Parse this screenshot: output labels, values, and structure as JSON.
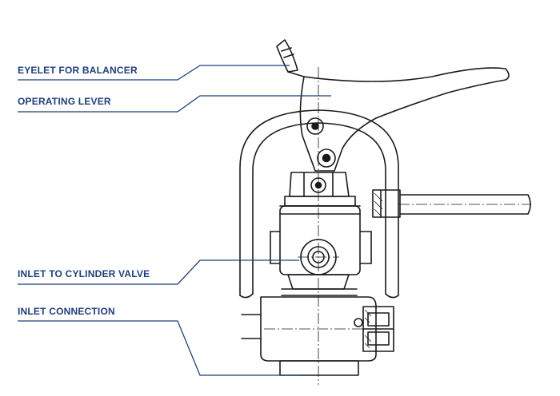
{
  "colors": {
    "label": "#1f3f7a",
    "leader": "#1f3f7a",
    "drawing": "#1a1a1a",
    "background": "#ffffff"
  },
  "labels": {
    "eyelet": "EYELET FOR BALANCER",
    "lever": "OPERATING LEVER",
    "inlet_valve": "INLET TO CYLINDER VALVE",
    "inlet_connection": "INLET CONNECTION"
  }
}
